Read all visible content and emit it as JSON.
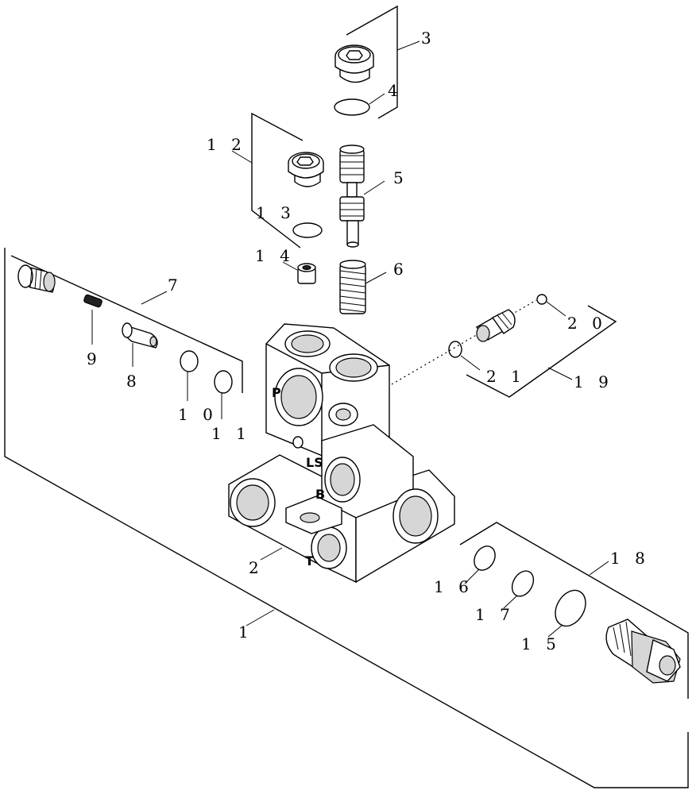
{
  "callouts": {
    "c1": "1",
    "c2": "2",
    "c3": "3",
    "c4": "4",
    "c5": "5",
    "c6": "6",
    "c7": "7",
    "c8": "8",
    "c9": "9",
    "c10": "1 0",
    "c11": "1 1",
    "c12": "1 2",
    "c13": "1 3",
    "c14": "1 4",
    "c15": "1 5",
    "c16": "1 6",
    "c17": "1 7",
    "c18": "1 8",
    "c19": "1 9",
    "c20": "2 0",
    "c21": "2 1"
  },
  "port_marks": {
    "ls": "LS",
    "p": "P",
    "b": "B",
    "t": "T"
  }
}
